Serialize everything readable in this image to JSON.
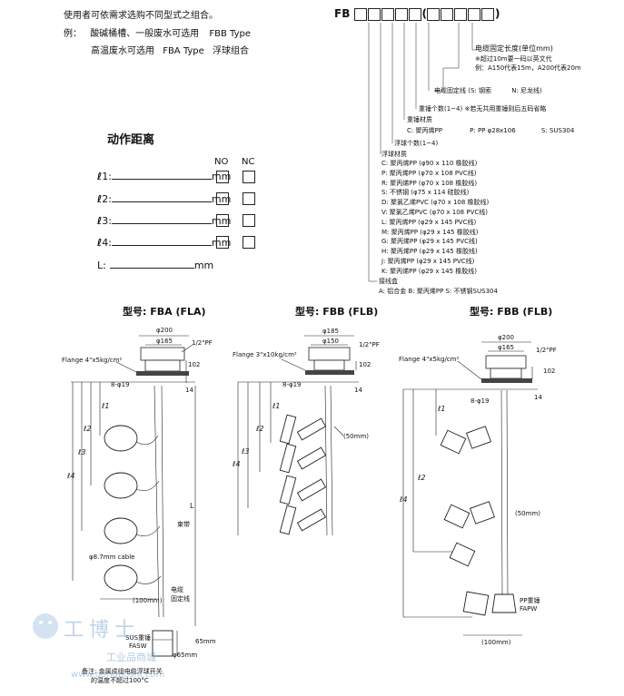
{
  "intro": {
    "line1": "使用者可依需求选购不同型式之组合。",
    "line2_prefix": "例：",
    "line2_text": "酸碱桶槽、一般废水可选用",
    "line2_type": "FBB Type",
    "line3_text": "高温废水可选用",
    "line3_type": "FBA Type",
    "line3_suffix": "浮球组合"
  },
  "code": {
    "prefix": "FB",
    "open": "(",
    "close": ")",
    "annotations": {
      "cable_length_title": "电缆固定长度(单位mm)",
      "cable_length_note1": "※超过10m要一码以英文代",
      "cable_length_note2": "例：A150代表15m，A200代表20m",
      "fix_line": "电缆固定线 (S: 钢索",
      "fix_line_n": "N: 尼龙线)",
      "weight_count": "重锤个数(1~4) ※若无共用重锤则后五码省略",
      "weight_material": "重锤材质",
      "weight_c": "C: 聚丙烯PP",
      "weight_p": "P: PP φ28x106",
      "weight_s": "S: SUS304",
      "float_count": "浮球个数(1~4)",
      "float_material": "浮球材质",
      "materials": [
        "C: 聚丙烯PP (φ90 x 110 橡胶线)",
        "P: 聚丙烯PP (φ70 x 108 PVC线)",
        "R: 聚丙烯PP (φ70 x 108 橡胶线)",
        "S: 不锈钢 (φ75 x 114 硅胶线)",
        "D: 聚氯乙烯PVC (φ70 x 108 橡胶线)",
        "V: 聚氯乙烯PVC (φ70 x 108 PVC线)",
        "L: 聚丙烯PP (φ29 x 145 PVC线)",
        "M: 聚丙烯PP (φ29 x 145 橡胶线)",
        "G: 聚丙烯PP (φ29 x 145 PVC线)",
        "H: 聚丙烯PP (φ29 x 145 橡胶线)",
        "J: 聚丙烯PP (φ29 x 145 PVC线)",
        "K: 聚丙烯PP (φ29 x 145 橡胶线)"
      ],
      "junction_title": "接线盒",
      "junction_options": "A: 铝合金  B: 聚丙烯PP  S: 不锈钢SUS304"
    }
  },
  "action": {
    "title": "动作距离",
    "no": "NO",
    "nc": "NC",
    "rows": [
      {
        "label": "1:",
        "unit": "mm"
      },
      {
        "label": "2:",
        "unit": "mm"
      },
      {
        "label": "3:",
        "unit": "mm"
      },
      {
        "label": "4:",
        "unit": "mm"
      }
    ],
    "l_label": "L:",
    "l_unit": "mm"
  },
  "diagrams": {
    "fba": {
      "title": "型号: FBA (FLA)",
      "phi200": "φ200",
      "phi165": "φ165",
      "pf": "1/2\"PF",
      "flange": "Flange 4\"x5kg/cm²",
      "d102": "102",
      "d14": "14",
      "holes": "8-φ19",
      "l1": "1",
      "l2": "2",
      "l3": "3",
      "l4": "4",
      "L": "L",
      "band": "束带",
      "cable": "φ8.7mm cable",
      "d100": "(100mm)",
      "fix": "电缆",
      "fix2": "固定线",
      "weight1": "SUS重锤",
      "weight2": "FASW",
      "d65": "65mm",
      "phi65": "φ65mm",
      "note1": "备注: 金属成组电缆浮球开关",
      "note2": "的温度不超过100°C"
    },
    "flb1": {
      "title": "型号: FBB (FLB)",
      "phi185": "φ185",
      "phi150": "φ150",
      "pf": "1/2\"PF",
      "flange": "Flange 3\"x10kg/cm²",
      "d102": "102",
      "d14": "14",
      "holes": "8-φ19",
      "l1": "1",
      "l2": "2",
      "l3": "3",
      "l4": "4",
      "d50": "(50mm)"
    },
    "flb2": {
      "title": "型号: FBB (FLB)",
      "phi200": "φ200",
      "phi165": "φ165",
      "pf": "1/2\"PF",
      "flange": "Flange 4\"x5kg/cm²",
      "d102": "102",
      "d14": "14",
      "holes": "8-φ19",
      "l1": "1",
      "l2": "2",
      "l4": "4",
      "d50": "(50mm)",
      "weight1": "PP重锤",
      "weight2": "FAPW",
      "d100": "(100mm)"
    }
  },
  "watermark": {
    "brand": "工博士",
    "sub": "工业品商城",
    "url": "www.gongboshi.com"
  }
}
